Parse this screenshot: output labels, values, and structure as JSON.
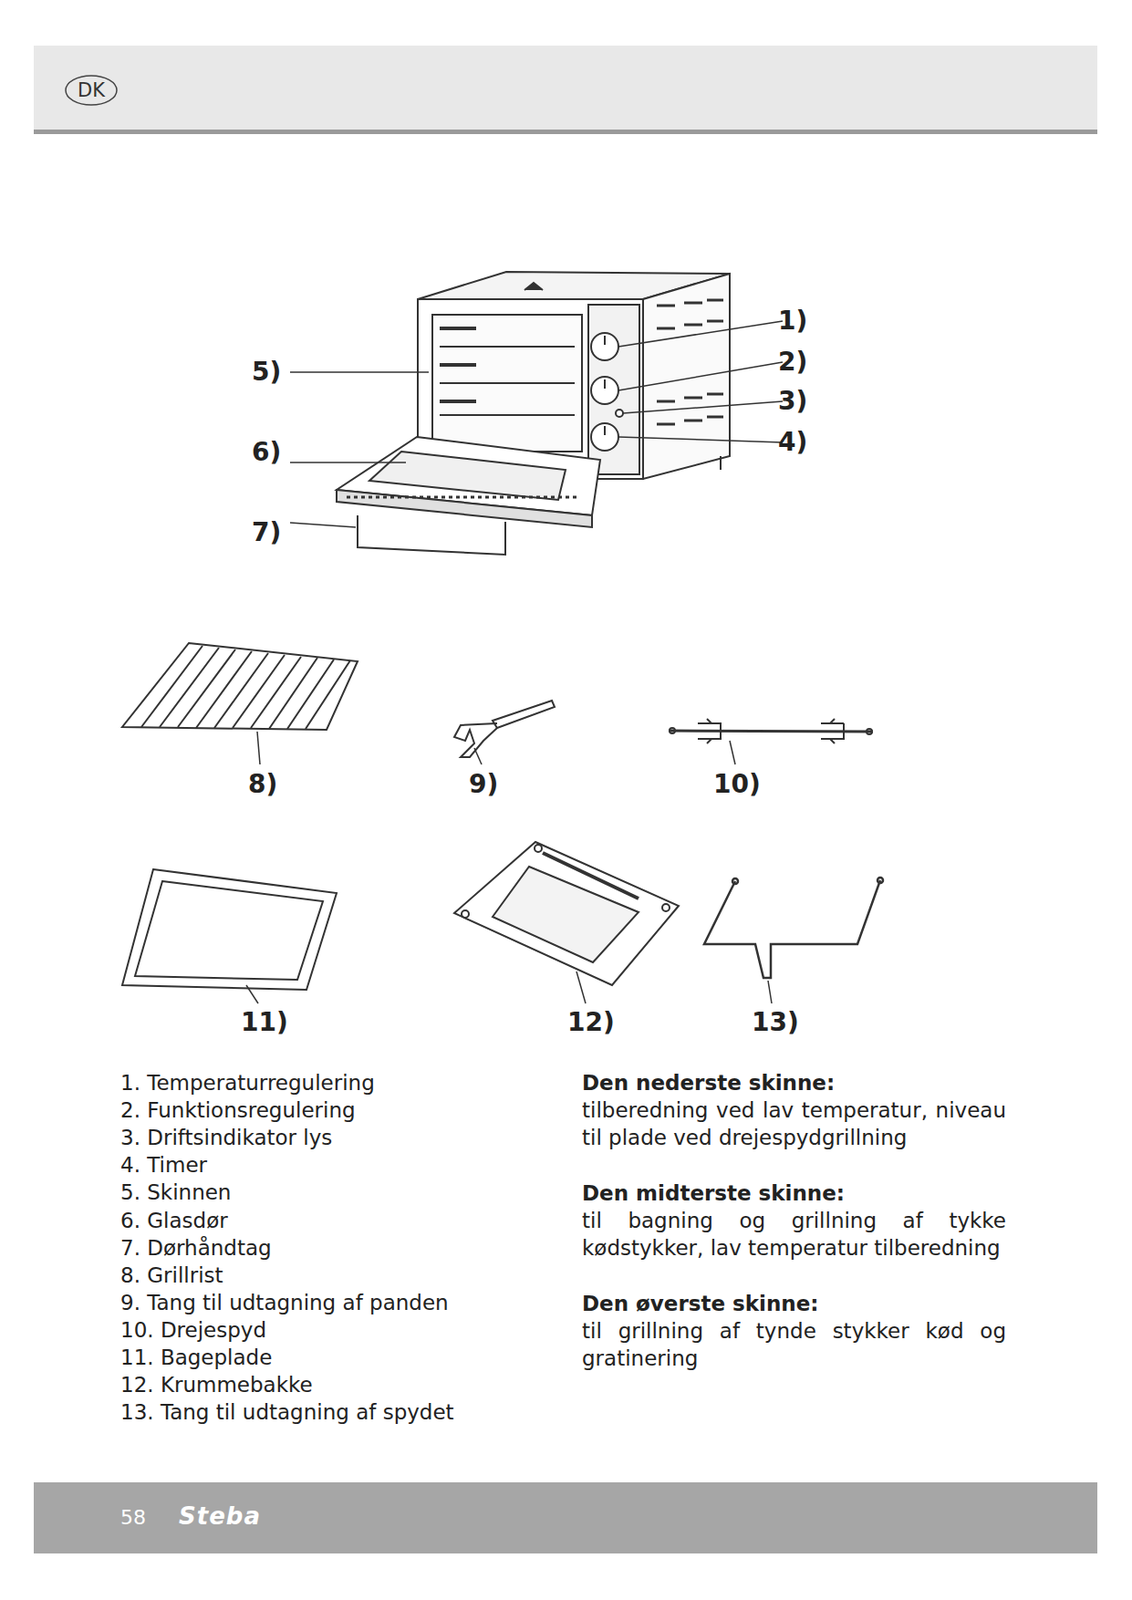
{
  "diagram": {
    "labels": [
      "DK",
      "1)",
      "2)",
      "3)",
      "4)",
      "5)",
      "6)",
      "7)",
      "8)",
      "9)",
      "10)",
      "11)",
      "12)",
      "13)",
      "1.  Temperaturregulering",
      "2.  Funktionsregulering",
      "3.  Driftsindikator lys",
      "4.  Timer",
      "5.  Skinnen",
      "6.  Glasdør",
      "7.  Dørhåndtag",
      "8.  Grillrist",
      "9.  Tang til udtagning af panden",
      "10.  Drejespyd",
      "11.  Bageplade",
      "12.  Krummebakke",
      "13.  Tang til udtagning af spydet",
      "Den nederste skinne:",
      "tilberedning ved lav temperatur, niveau til plade ved drejespydgrillning",
      "Den midterste skinne:",
      "til bagning og grillning af tykke kødstykker, lav temperatur tilberedning",
      "Den øverste skinne:",
      "til grillning af tynde stykker kød og gratinering",
      "58",
      "Steba"
    ]
  }
}
